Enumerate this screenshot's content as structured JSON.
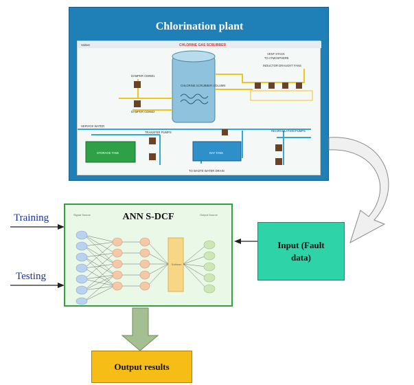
{
  "plant": {
    "title": "Chlorination plant",
    "schematic": {
      "logo": "Valmet",
      "header": "CHLORINE GAS SCRUBBER",
      "vent_stack": "VENT STACK",
      "to_atmosphere": "TO ATMOSPHERE",
      "inductor_draught_fans": "INDUCTOR DRAUGHT FANS",
      "tank_label": "CHLORINE SCRUBBER COLUMN",
      "storage_tank": "STORAGE TANK",
      "day_tank": "DAY TANK",
      "transfer_pumps": "TRANSFER PUMPS",
      "recirculation_pumps": "RECIRCULATION PUMPS",
      "service_water": "SERVICE WATER",
      "to_waste_water_drain": "TO WASTE WATER DRAIN",
      "damper_labels": [
        "DAMPER CD9501",
        "DAMPER CD9502"
      ]
    }
  },
  "ann": {
    "title": "ANN S-DCF",
    "signal_source": "Signal Source",
    "output_source": "Output Source",
    "softmax": "Softmax"
  },
  "labels": {
    "training": "Training",
    "testing": "Testing"
  },
  "input": {
    "line1": "Input (Fault",
    "line2": "data)"
  },
  "output": {
    "label": "Output results"
  },
  "colors": {
    "plant_bg": "#1f7fb7",
    "ann_border": "#2fa23a",
    "input_bg": "#2ed3a8",
    "output_bg": "#f6bd16",
    "input_node": "#b9d3ef",
    "hidden_node": "#f5c8a8",
    "output_node": "#cfe6b6"
  }
}
